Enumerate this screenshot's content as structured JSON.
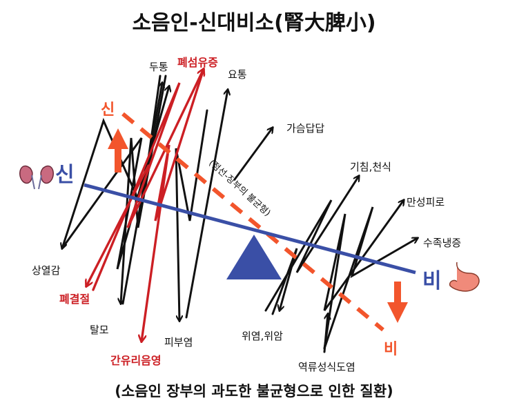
{
  "title": "소음인-신대비소(腎大脾小)",
  "caption": "(소음인 장부의 과도한 불균형으로 인한 질환)",
  "slant_label": "(점선-장부의 불균형)",
  "balance": {
    "left_label": "신",
    "right_label": "비",
    "dashed_top_label": "신",
    "dashed_bottom_label": "비",
    "kidney_icon": "kidney-icon",
    "stomach_icon": "stomach-icon"
  },
  "symptoms_red": [
    "폐섬유증",
    "폐결절",
    "간유리음영"
  ],
  "symptoms_black": [
    "두통",
    "요통",
    "가슴답답",
    "기침,천식",
    "만성피로",
    "수족냉증",
    "상열감",
    "탈모",
    "피부염",
    "위염,위암",
    "역류성식도염"
  ],
  "colors": {
    "red": "#cc1f24",
    "orange_dashed": "#f2552c",
    "blue_line": "#3a4fa6",
    "triangle": "#3a4fa6",
    "kidney": "#c96a80",
    "stomach": "#f08a7a"
  }
}
